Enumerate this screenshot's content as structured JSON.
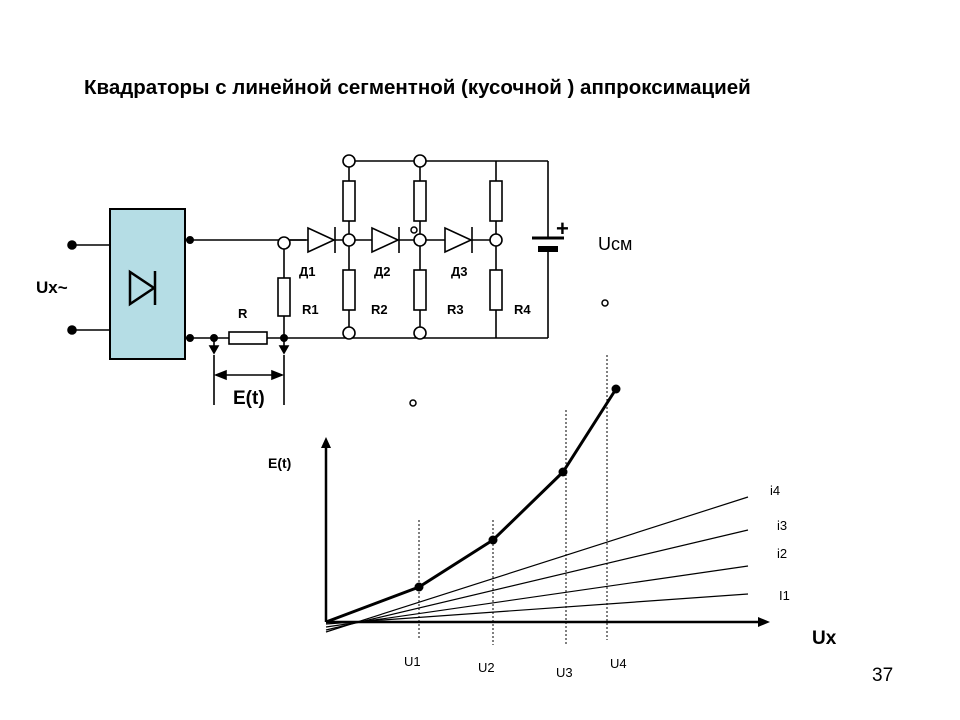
{
  "title": "Квадраторы с линейной сегментной (кусочной ) аппроксимацией",
  "page_number": "37",
  "circuit": {
    "input_label": "Ux~",
    "resistor_r": "R",
    "output_label": "E(t)",
    "diodes": [
      "Д1",
      "Д2",
      "Д3"
    ],
    "resistors": [
      "R1",
      "R2",
      "R3",
      "R4"
    ],
    "bias_label": "Uсм",
    "bias_plus": "+"
  },
  "graph": {
    "ylabel": "E(t)",
    "xlabel": "Ux",
    "x_ticks": [
      "U1",
      "U2",
      "U3",
      "U4"
    ],
    "line_labels": [
      "i4",
      "i3",
      "i2",
      "I1"
    ]
  },
  "colors": {
    "rectifier_fill": "#b5dde5",
    "line": "#000000"
  }
}
